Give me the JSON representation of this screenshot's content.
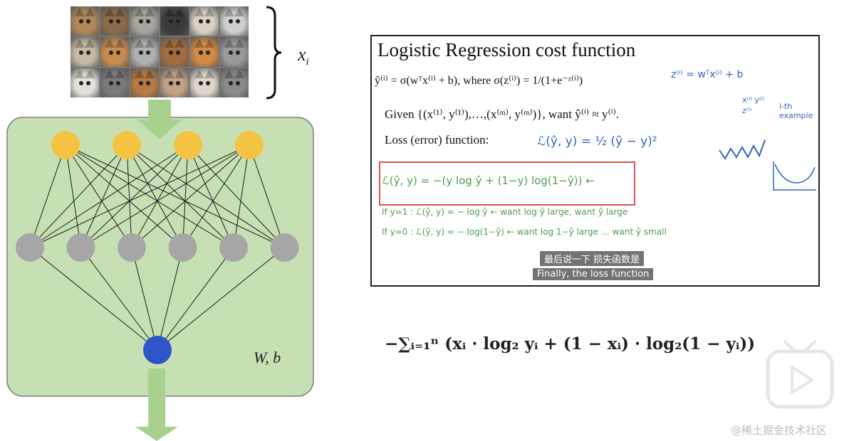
{
  "input": {
    "label_var": "x",
    "label_sub": "i",
    "cat_colors": [
      "#b08858",
      "#8c6a4a",
      "#a9a49d",
      "#3a3a3a",
      "#d9d2c4",
      "#cfcfcf",
      "#c6b9a2",
      "#c98c4f",
      "#b0b0b0",
      "#a36e3e",
      "#d28a44",
      "#9a9a9a",
      "#e4e0da",
      "#7a7a7a",
      "#b77a44",
      "#c0a284",
      "#ddd6cb",
      "#8a8a8a"
    ]
  },
  "network": {
    "params_label": "W, b",
    "hidden_layer_1_count": 4,
    "hidden_layer_2_count": 6,
    "output_count": 1,
    "colors": {
      "panel": "#c6e0b4",
      "panel_border": "#7f7f7f",
      "arrow": "#a9d18e",
      "node_yellow": "#f5c342",
      "node_gray": "#a6a6a6",
      "node_blue": "#2f55c9",
      "edge": "#1a1a1a"
    }
  },
  "slide": {
    "title": "Logistic Regression cost function",
    "line1": "ŷ⁽ⁱ⁾ = σ(wᵀx⁽ⁱ⁾ + b), where σ(z⁽ⁱ⁾) = 1/(1+e⁻ᶻ⁽ⁱ⁾)",
    "line2": "Given {(x⁽¹⁾, y⁽¹⁾),…,(x⁽ᵐ⁾, y⁽ᵐ⁾)}, want ŷ⁽ⁱ⁾ ≈ y⁽ⁱ⁾.",
    "line3": "Loss (error) function:",
    "hand_z": "z⁽ⁱ⁾ = wᵀx⁽ⁱ⁾ + b",
    "hand_loss_sq": "ℒ(ŷ, y) = ½ (ŷ − y)²",
    "hand_vars": "x⁽ⁱ⁾ y⁽ⁱ⁾ z⁽ⁱ⁾",
    "hand_iexample": "i-th example",
    "hand_loss_log": "ℒ(ŷ, y) = −(y log ŷ + (1−y) log(1−ŷ)) ←",
    "hand_if1": "If  y=1 :  ℒ(ŷ, y) = − log ŷ  ←  want log ŷ large, want ŷ large",
    "hand_if0": "If  y=0 :  ℒ(ŷ, y) = − log(1−ŷ)  ←  want log 1−ŷ large … want ŷ small",
    "subtitle_cn": "最后说一下 损失函数是",
    "subtitle_en": "Finally, the loss function"
  },
  "formula": {
    "text": "−∑ᵢ₌₁ⁿ (xᵢ · log₂ yᵢ + (1 − xᵢ) · log₂(1 − yᵢ))"
  },
  "watermark": "@稀土掘金技术社区"
}
